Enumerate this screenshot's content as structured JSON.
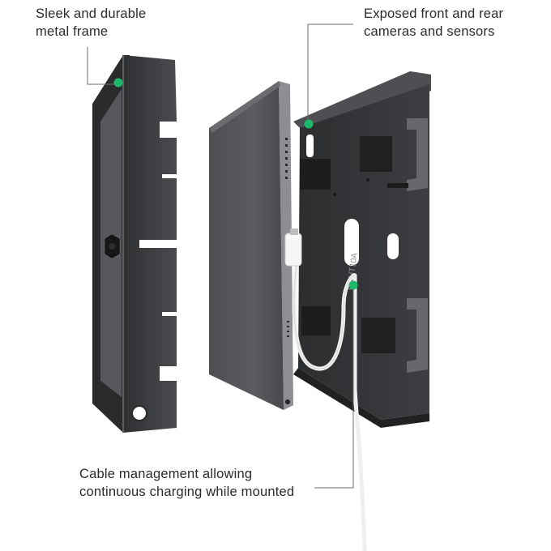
{
  "callouts": {
    "frame": {
      "line1": "Sleek and durable",
      "line2": "metal frame"
    },
    "cameras": {
      "line1": "Exposed front and rear",
      "line2": "cameras and sensors"
    },
    "cable": {
      "line1": "Cable management allowing",
      "line2": "continuous charging while mounted"
    }
  },
  "parts": {
    "backplate_marking": "TIGHT10A"
  },
  "colors": {
    "dot": "#1fb86a",
    "leader": "#6e6e6e",
    "frame_dark": "#3a3b3d",
    "frame_mid": "#4a4b4e",
    "tablet": "#545659",
    "cable": "#f2f2f2"
  }
}
